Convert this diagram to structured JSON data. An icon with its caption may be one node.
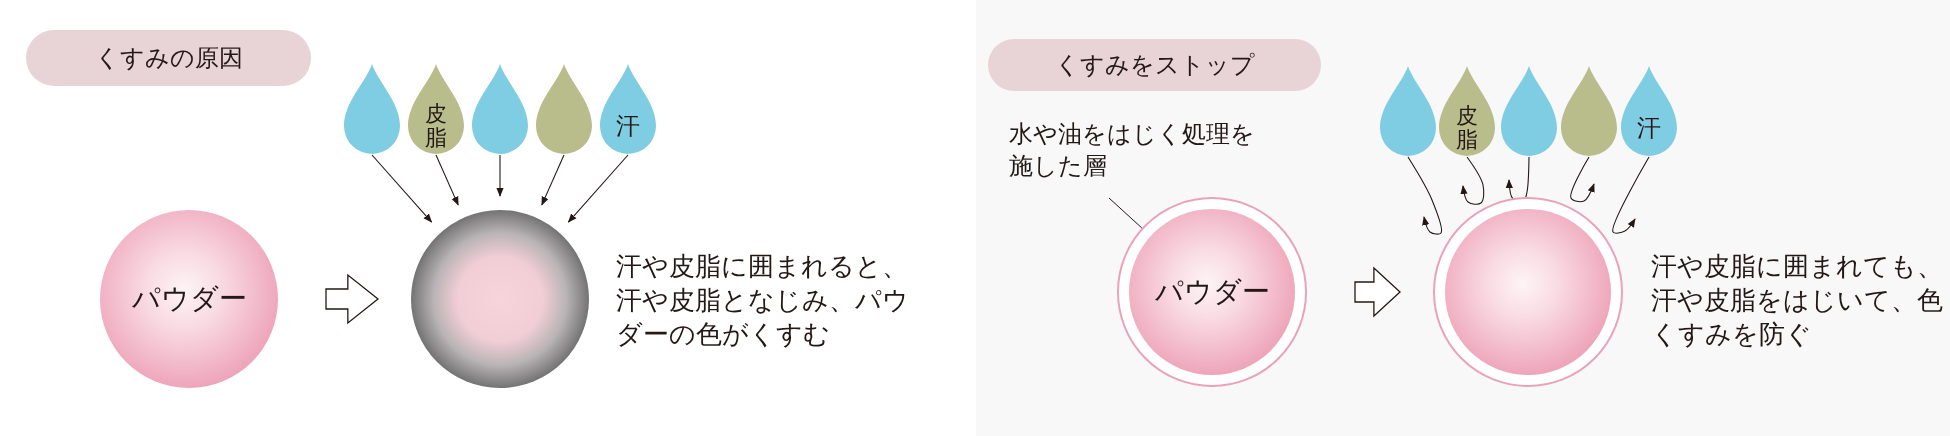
{
  "diagram": {
    "nodes": [
      {
        "text": [
          "くすみの原因"
        ]
      },
      {
        "text": [],
        "shape": "drop"
      },
      {
        "text": [
          "皮脂"
        ]
      },
      {
        "text": [],
        "shape": "drop"
      },
      {
        "text": [],
        "shape": "drop"
      },
      {
        "text": [
          "汗"
        ]
      },
      {
        "text": [
          "パウダー"
        ]
      },
      {
        "text": [],
        "shape": "circle",
        "beside": [
          "汗や皮脂に囲まれると、汗や皮脂となじみ、パウダーの色がくすむ"
        ]
      },
      {
        "text": [
          "くすみをストップ"
        ]
      },
      {
        "text": [],
        "shape": "drop"
      },
      {
        "text": [
          "皮脂"
        ]
      },
      {
        "text": [],
        "shape": "drop"
      },
      {
        "text": [],
        "shape": "drop"
      },
      {
        "text": [
          "汗"
        ]
      },
      {
        "text": [
          "水や油をはじく処理を施した層"
        ]
      },
      {
        "text": [],
        "shape": "circle"
      },
      {
        "text": [
          "パウダー"
        ],
        "in": 15
      },
      {
        "text": [],
        "shape": "circle",
        "beside": [
          "汗や皮脂に囲まれても、汗や皮脂をはじいて、色くすみを防ぐ"
        ]
      }
    ],
    "edges": [
      {
        "from": 6,
        "to": 7,
        "arrow": "to"
      },
      {
        "from": 1,
        "to": 7,
        "arrow": "to"
      },
      {
        "from": 2,
        "to": 7,
        "arrow": "to"
      },
      {
        "from": 3,
        "to": 7,
        "arrow": "to"
      },
      {
        "from": 4,
        "to": 7,
        "arrow": "to"
      },
      {
        "from": 5,
        "to": 7,
        "arrow": "to"
      },
      {
        "from": 14,
        "to": 15,
        "arrow": "none"
      },
      {
        "from": 15,
        "to": 17,
        "arrow": "to"
      },
      {
        "from": 9,
        "to": 17,
        "arrow": "to"
      },
      {
        "from": 10,
        "to": 17,
        "arrow": "to"
      },
      {
        "from": 11,
        "to": 17,
        "arrow": "to"
      },
      {
        "from": 12,
        "to": 17,
        "arrow": "to"
      },
      {
        "from": 13,
        "to": 17,
        "arrow": "to"
      }
    ]
  }
}
